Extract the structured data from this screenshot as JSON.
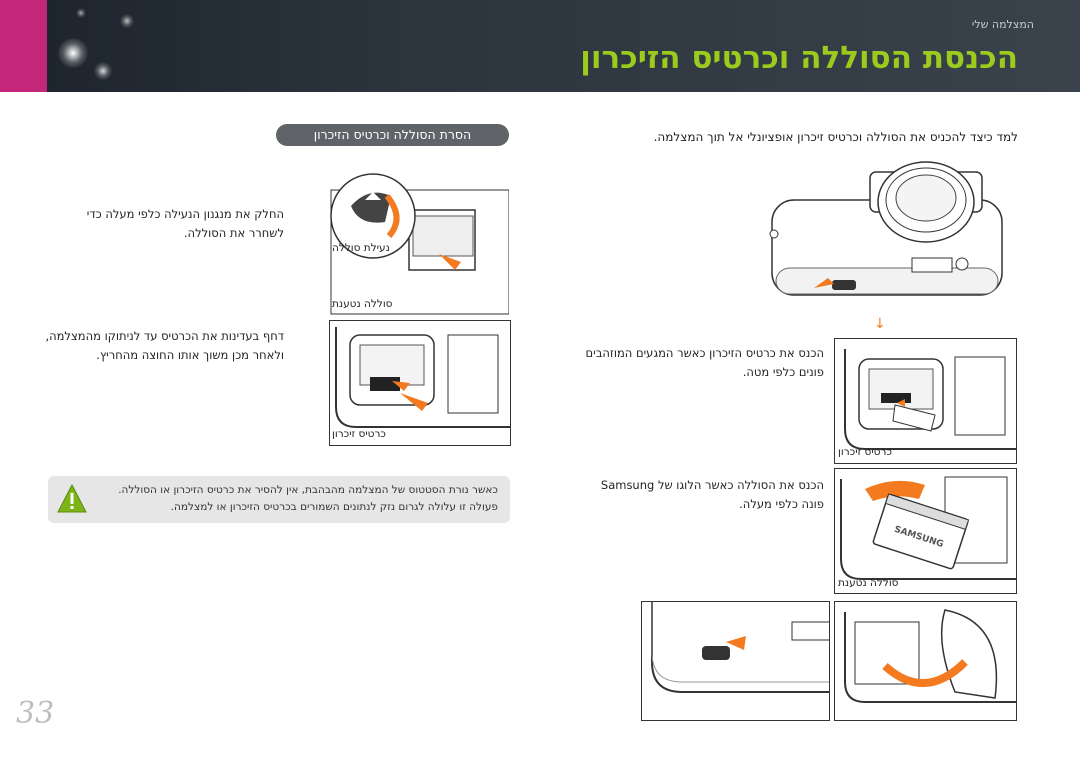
{
  "header": {
    "breadcrumb": "המצלמה שלי",
    "title": "הכנסת הסוללה וכרטיס הזיכרון",
    "accent_color": "#9bcb1c",
    "brand_bar_color": "#c4277a"
  },
  "intro": "למד כיצד להכניס את הסוללה וכרטיס זיכרון אופציונלי אל תוך המצלמה.",
  "section_pill": "הסרת הסוללה וכרטיס הזיכרון",
  "right_column": {
    "steps": [
      {
        "text": "הכנס את כרטיס הזיכרון כאשר המגעים המוזהבים פונים כלפי מטה.",
        "caption": "כרטיס זיכרון"
      },
      {
        "text": "הכנס את הסוללה כאשר הלוגו של Samsung פונה כלפי מעלה.",
        "caption": "סוללה נטענת"
      }
    ]
  },
  "left_column": {
    "steps": [
      {
        "text": "החלק את מנגנון הנעילה כלפי מעלה כדי לשחרר את הסוללה.",
        "lock_label": "נעילת סוללה",
        "caption": "סוללה נטענת"
      },
      {
        "text": "דחף בעדינות את הכרטיס עד לניתוקו מהמצלמה, ולאחר מכן משוך אותו החוצה מהחריץ.",
        "caption": "כרטיס זיכרון"
      }
    ]
  },
  "warning": {
    "icon": "caution-triangle-icon",
    "text": "כאשר נורת הסטטוס של המצלמה מהבהבת, אין להסיר את כרטיס הזיכרון או הסוללה. פעולה זו עלולה לגרום נזק לנתונים השמורים בכרטיס הזיכרון או למצלמה."
  },
  "figures": {
    "battery_label": "SAMSUNG"
  },
  "page_number": "33"
}
